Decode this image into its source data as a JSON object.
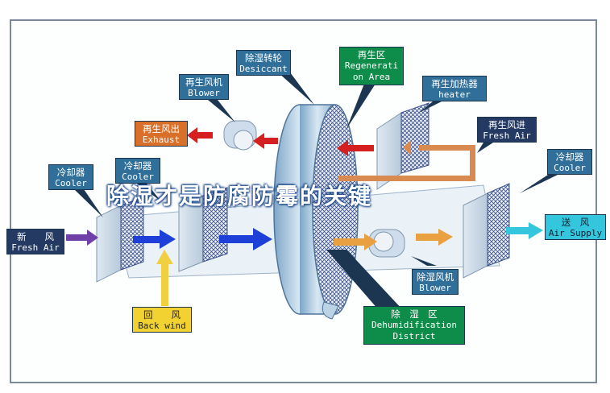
{
  "title": "除湿才是防腐防霉的关键",
  "labels": {
    "desiccant": {
      "cn": "除湿转轮",
      "en": "Desiccant"
    },
    "regen_area": {
      "cn": "再生区",
      "en1": "Regenerati",
      "en2": "on Area"
    },
    "regen_blower": {
      "cn": "再生风机",
      "en": "Blower"
    },
    "regen_heater": {
      "cn": "再生加热器",
      "en": "heater"
    },
    "exhaust": {
      "cn": "再生风出",
      "en": "Exhaust"
    },
    "regen_fresh_air": {
      "cn": "再生风进",
      "en": "Fresh Air"
    },
    "cooler_left": {
      "cn": "冷却器",
      "en": "Cooler"
    },
    "cooler_mid": {
      "cn": "冷却器",
      "en": "Cooler"
    },
    "cooler_right": {
      "cn": "冷却器",
      "en": "Cooler"
    },
    "fresh_air": {
      "cn": "新　　风",
      "en": "Fresh Air"
    },
    "air_supply": {
      "cn": "送　风",
      "en": "Air Supply"
    },
    "back_wind": {
      "cn": "回　　风",
      "en": "Back wind"
    },
    "dehum_blower": {
      "cn": "除湿风机",
      "en": "Blower"
    },
    "dehum_district": {
      "cn": "除　湿　区",
      "en1": "Dehumidification",
      "en2": "District"
    }
  },
  "colors": {
    "label_blue": "#2f6f9a",
    "label_orange": "#d9702a",
    "label_navy": "#243a63",
    "label_green": "#0e8c4a",
    "label_yellow": "#f2d230",
    "label_cyan": "#33c6dc",
    "arrow_red": "#d42020",
    "arrow_orange": "#e8a040",
    "arrow_blue": "#1e3fd8",
    "arrow_yellow": "#f0d040",
    "arrow_purple": "#7040a8"
  }
}
